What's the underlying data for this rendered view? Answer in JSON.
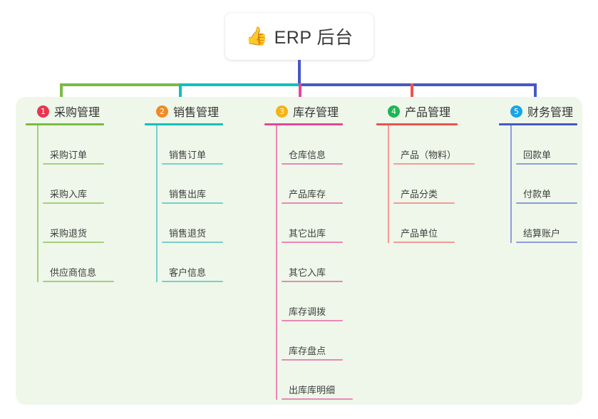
{
  "root": {
    "emoji": "👍",
    "icon_name": "thumbs-up-icon",
    "title": "ERP 后台"
  },
  "panel": {
    "background_color": "#eef7e9"
  },
  "columns": [
    {
      "number": "1",
      "title": "采购管理",
      "badge_color": "#e8364f",
      "line_color": "#7cbb44",
      "item_line_color": "#a6cf7e",
      "items": [
        {
          "label": "采购订单"
        },
        {
          "label": "采购入库"
        },
        {
          "label": "采购退货"
        },
        {
          "label": "供应商信息"
        }
      ]
    },
    {
      "number": "2",
      "title": "销售管理",
      "badge_color": "#f08a24",
      "line_color": "#11c0ba",
      "item_line_color": "#79cfcc",
      "items": [
        {
          "label": "销售订单"
        },
        {
          "label": "销售出库"
        },
        {
          "label": "销售退货"
        },
        {
          "label": "客户信息"
        }
      ]
    },
    {
      "number": "3",
      "title": "库存管理",
      "badge_color": "#f5b315",
      "line_color": "#e8459b",
      "item_line_color": "#eb86b8",
      "items": [
        {
          "label": "仓库信息"
        },
        {
          "label": "产品库存"
        },
        {
          "label": "其它出库"
        },
        {
          "label": "其它入库"
        },
        {
          "label": "库存调拨"
        },
        {
          "label": "库存盘点"
        },
        {
          "label": "出库库明细"
        }
      ]
    },
    {
      "number": "4",
      "title": "产品管理",
      "badge_color": "#1fb455",
      "line_color": "#f1514f",
      "item_line_color": "#f29a95",
      "items": [
        {
          "label": "产品（物料）"
        },
        {
          "label": "产品分类"
        },
        {
          "label": "产品单位"
        }
      ]
    },
    {
      "number": "5",
      "title": "财务管理",
      "badge_color": "#18a5e8",
      "line_color": "#4758c4",
      "item_line_color": "#8d9ddc",
      "items": [
        {
          "label": "回款单"
        },
        {
          "label": "付款单"
        },
        {
          "label": "结算账户"
        }
      ]
    }
  ],
  "connectors": {
    "root_stem_color": "#4758c4",
    "rail_segments": [
      {
        "color": "#7cbb44"
      },
      {
        "color": "#11c0ba"
      },
      {
        "color": "#4758c4"
      }
    ],
    "drops": [
      {
        "color": "#7cbb44"
      },
      {
        "color": "#11c0ba"
      },
      {
        "color": "#e8459b"
      },
      {
        "color": "#f1514f"
      },
      {
        "color": "#4758c4"
      }
    ]
  }
}
